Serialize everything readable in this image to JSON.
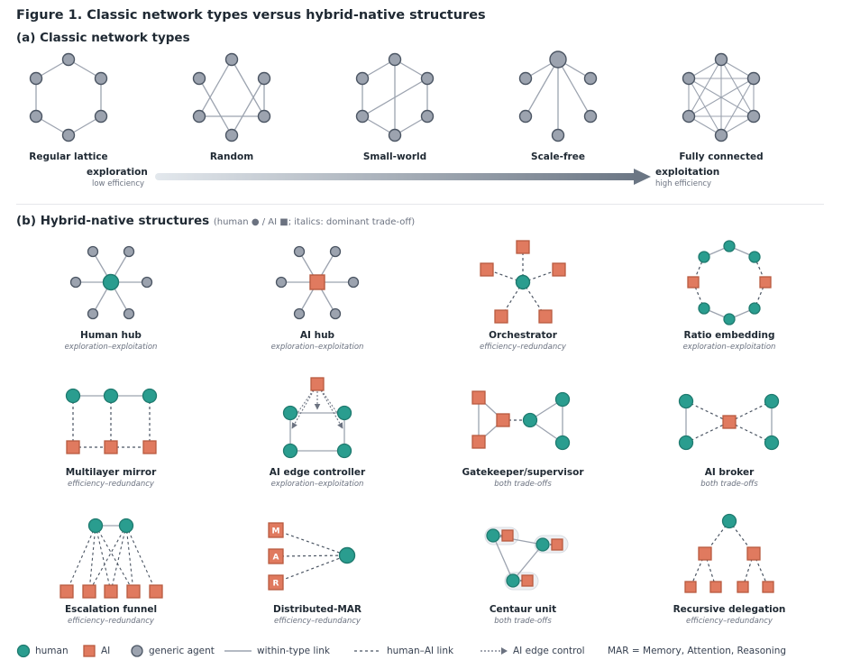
{
  "figure_title": "Figure 1. Classic network types versus hybrid-native structures",
  "section_a": {
    "title": "(a) Classic network types"
  },
  "section_b": {
    "title": "(b) Hybrid-native structures",
    "note": "(human ● / AI ■; italics: dominant trade-off)"
  },
  "classic_types": [
    {
      "key": "regular",
      "label": "Regular lattice"
    },
    {
      "key": "random",
      "label": "Random"
    },
    {
      "key": "small_world",
      "label": "Small-world"
    },
    {
      "key": "scale_free",
      "label": "Scale-free"
    },
    {
      "key": "fully_connected",
      "label": "Fully connected"
    }
  ],
  "axis": {
    "left_label": "exploration",
    "left_sub": "low efficiency",
    "right_label": "exploitation",
    "right_sub": "high efficiency"
  },
  "hybrid_structures": [
    {
      "key": "human_hub",
      "label": "Human hub",
      "tradeoff": "exploration–exploitation"
    },
    {
      "key": "ai_hub",
      "label": "AI hub",
      "tradeoff": "exploration–exploitation"
    },
    {
      "key": "orchestrator",
      "label": "Orchestrator",
      "tradeoff": "efficiency–redundancy"
    },
    {
      "key": "ratio_embedding",
      "label": "Ratio embedding",
      "tradeoff": "exploration–exploitation"
    },
    {
      "key": "multilayer_mirror",
      "label": "Multilayer mirror",
      "tradeoff": "efficiency–redundancy"
    },
    {
      "key": "ai_edge_controller",
      "label": "AI edge controller",
      "tradeoff": "exploration–exploitation"
    },
    {
      "key": "gatekeeper",
      "label": "Gatekeeper/supervisor",
      "tradeoff": "both trade-offs"
    },
    {
      "key": "ai_broker",
      "label": "AI broker",
      "tradeoff": "both trade-offs"
    },
    {
      "key": "escalation_funnel",
      "label": "Escalation funnel",
      "tradeoff": "efficiency–redundancy"
    },
    {
      "key": "distributed_mar",
      "label": "Distributed-MAR",
      "tradeoff": "efficiency–redundancy",
      "node_letters": [
        "M",
        "A",
        "R"
      ]
    },
    {
      "key": "centaur_unit",
      "label": "Centaur unit",
      "tradeoff": "both trade-offs"
    },
    {
      "key": "recursive_delegation",
      "label": "Recursive delegation",
      "tradeoff": "efficiency–redundancy"
    }
  ],
  "legend": {
    "human": "human",
    "ai": "AI",
    "generic": "generic agent",
    "within": "within-type link",
    "human_ai": "human–AI link",
    "edge_control": "AI edge control",
    "mar_note": "MAR = Memory, Attention, Reasoning"
  },
  "colors": {
    "human": "#2a9d8f",
    "human_stroke": "#1f7a6f",
    "ai": "#e07a5f",
    "ai_stroke": "#b85a40",
    "generic": "#9ca3af",
    "generic_stroke": "#4b5563",
    "link": "#9ca3af",
    "dashed": "#4b5563",
    "arrow": "#6b7280",
    "text": "#1f2933",
    "muted": "#6b7280"
  }
}
